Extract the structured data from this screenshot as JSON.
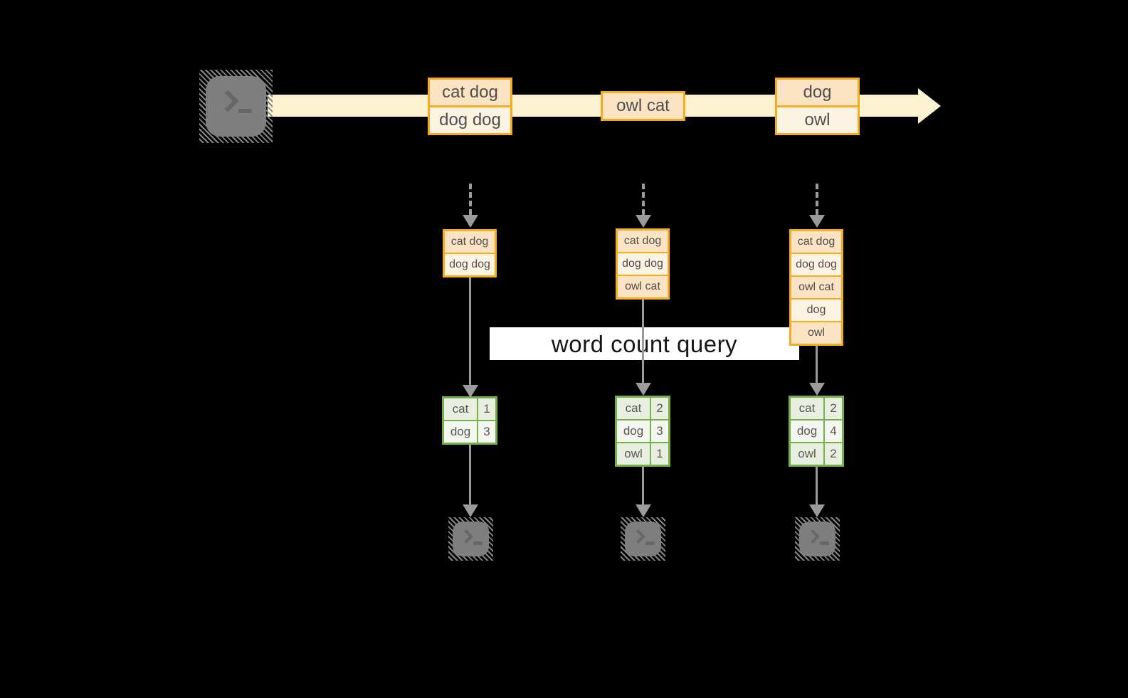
{
  "query": {
    "label": "word count query"
  },
  "stream": {
    "source_icon": "terminal-icon",
    "batches": [
      {
        "rows": [
          "cat dog",
          "dog dog"
        ]
      },
      {
        "rows": [
          "owl cat"
        ]
      },
      {
        "rows": [
          "dog",
          "owl"
        ]
      }
    ]
  },
  "columns": [
    {
      "state_rows": [
        "cat dog",
        "dog dog"
      ],
      "result_rows": [
        [
          "cat",
          "1"
        ],
        [
          "dog",
          "3"
        ]
      ],
      "output_icon": "terminal-icon"
    },
    {
      "state_rows": [
        "cat dog",
        "dog dog",
        "owl cat"
      ],
      "result_rows": [
        [
          "cat",
          "2"
        ],
        [
          "dog",
          "3"
        ],
        [
          "owl",
          "1"
        ]
      ],
      "output_icon": "terminal-icon"
    },
    {
      "state_rows": [
        "cat dog",
        "dog dog",
        "owl cat",
        "dog",
        "owl"
      ],
      "result_rows": [
        [
          "cat",
          "2"
        ],
        [
          "dog",
          "4"
        ],
        [
          "owl",
          "2"
        ]
      ],
      "output_icon": "terminal-icon"
    }
  ],
  "colors": {
    "background": "#000000",
    "stream_band": "#faf2d0",
    "orange_border": "#f5ad1e",
    "row_dark": "#fbe3c4",
    "row_light": "#fdf3e3",
    "green_border": "#77b04b",
    "green_cell_dark": "#e8efe0",
    "green_cell_light": "#f3f7ef",
    "connector_gray": "#9b9b9b",
    "icon_gray": "#7e7e7e",
    "query_box_bg": "#ffffff",
    "text_dark": "#4f4f4f"
  }
}
